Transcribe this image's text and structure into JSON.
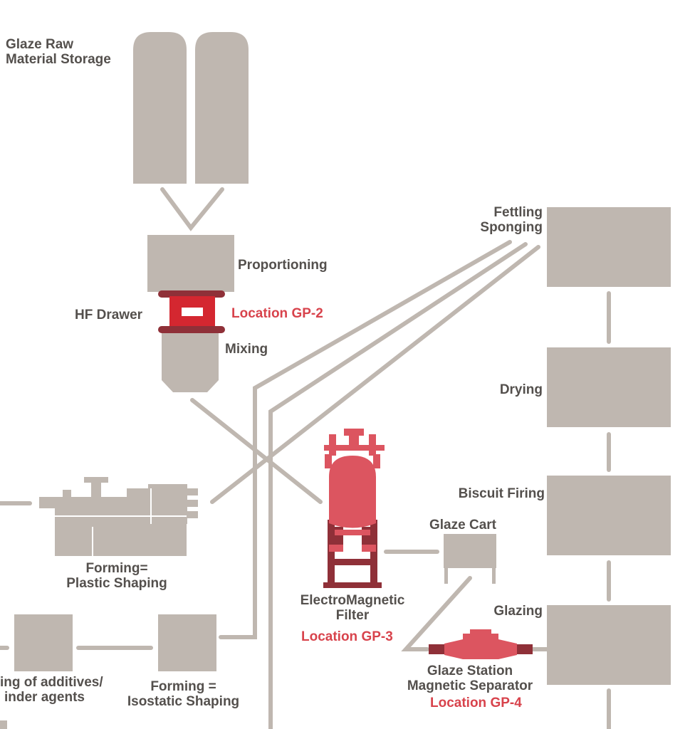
{
  "colors": {
    "process_gray": "#bfb7b0",
    "label_gray": "#54504d",
    "location_red": "#d8434c",
    "equipment_red": "#dc5560",
    "flange_dark": "#8f3038",
    "drawer_red": "#d42730",
    "background": "#ffffff"
  },
  "labels": {
    "glaze_storage": [
      "Glaze Raw",
      "Material Storage"
    ],
    "proportioning": "Proportioning",
    "hf_drawer": "HF Drawer",
    "gp2": "Location GP-2",
    "mixing": "Mixing",
    "fettling": [
      "Fettling",
      "Sponging"
    ],
    "drying": "Drying",
    "biscuit_firing": "Biscuit Firing",
    "glaze_cart": "Glaze Cart",
    "glazing": "Glazing",
    "plastic_shaping": [
      "Forming=",
      "Plastic Shaping"
    ],
    "em_filter": [
      "ElectroMagnetic",
      "Filter"
    ],
    "gp3": "Location GP-3",
    "additives": [
      "ing of additives/",
      "inder agents"
    ],
    "isostatic": [
      "Forming =",
      "Isostatic Shaping"
    ],
    "separator": [
      "Glaze Station",
      "Magnetic Separator"
    ],
    "gp4": "Location GP-4"
  },
  "icons": {
    "hf_drawer": "hf-drawer-icon",
    "em_filter": "electromagnetic-filter-icon",
    "separator": "magnetic-separator-icon",
    "press": "plastic-forming-press-icon"
  }
}
